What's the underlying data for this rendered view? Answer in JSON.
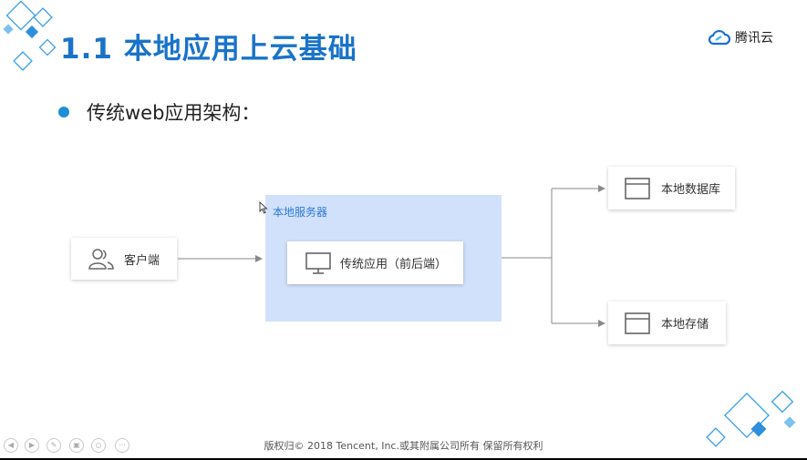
{
  "slide": {
    "title": "1.1 本地应用上云基础",
    "brand": "腾讯云",
    "bullet": "传统web应用架构："
  },
  "diagram": {
    "client": "客户端",
    "server_group": "本地服务器",
    "app": "传统应用（前后端）",
    "database": "本地数据库",
    "storage": "本地存储"
  },
  "footer": "版权归© 2018 Tencent, Inc.或其附属公司所有 保留所有权利",
  "colors": {
    "title": "#1a73c8",
    "accent": "#1e8fd6",
    "server_fill": "#d2e1fb"
  },
  "icons": [
    "users-icon",
    "monitor-icon",
    "window-icon",
    "tencent-cloud-logo"
  ]
}
